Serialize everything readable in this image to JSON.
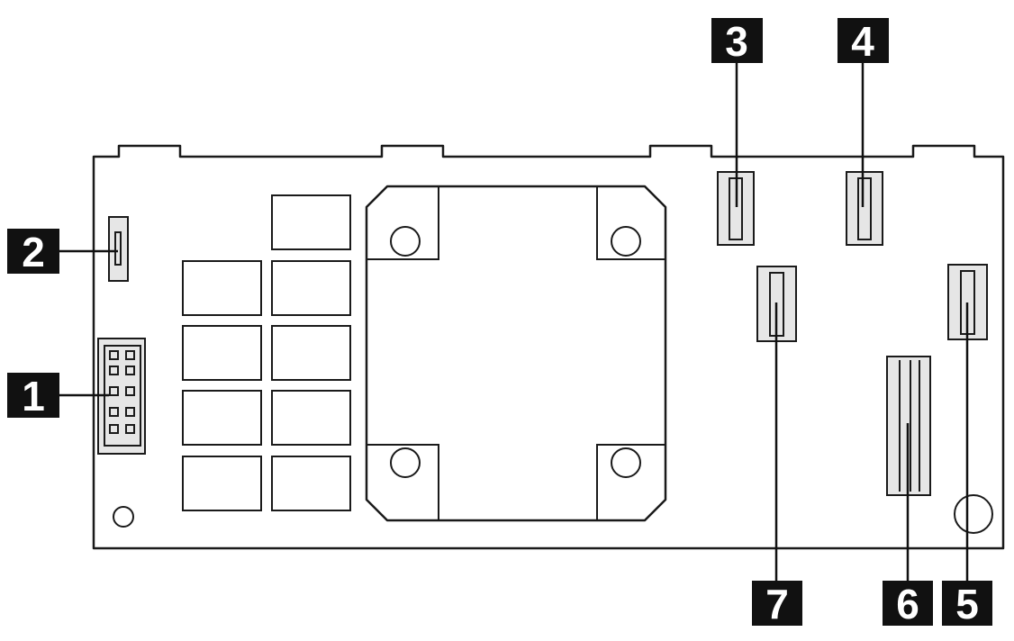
{
  "callouts": [
    {
      "id": "c1",
      "label": "1"
    },
    {
      "id": "c2",
      "label": "2"
    },
    {
      "id": "c3",
      "label": "3"
    },
    {
      "id": "c4",
      "label": "4"
    },
    {
      "id": "c5",
      "label": "5"
    },
    {
      "id": "c6",
      "label": "6"
    },
    {
      "id": "c7",
      "label": "7"
    }
  ],
  "colors": {
    "outline": "#1a1a1a",
    "connector_fill": "#e6e6e6",
    "callout_bg": "#111111",
    "callout_text": "#ffffff"
  }
}
